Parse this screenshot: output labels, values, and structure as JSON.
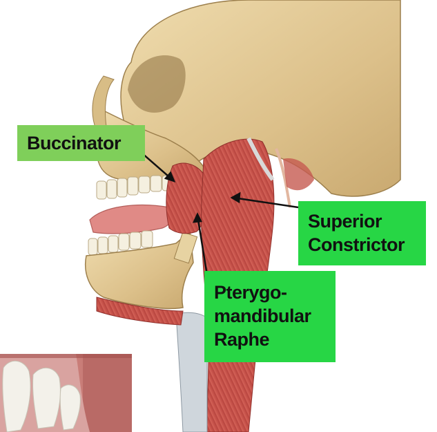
{
  "labels": {
    "buccinator": "Buccinator",
    "superior_line1": "Superior",
    "superior_line2": "Constrictor",
    "raphe_line1": "Pterygo-",
    "raphe_line2": "mandibular",
    "raphe_line3": "Raphe"
  },
  "colors": {
    "buccinator_box": "#7fcf5a",
    "label_box": "#27d645",
    "bone": "#e6cf9c",
    "muscle": "#c9524a",
    "arrow": "#111111"
  },
  "icons": {
    "inset": "oral-photo-teeth"
  }
}
